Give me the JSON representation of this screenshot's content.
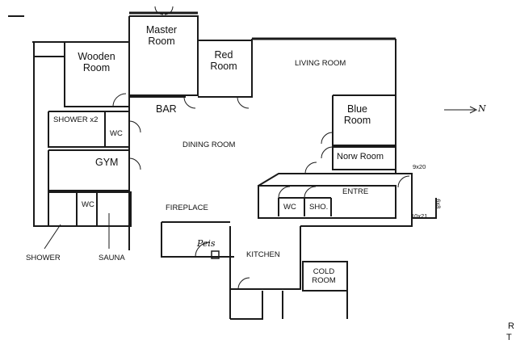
{
  "rooms": {
    "master_room": "Master Room",
    "wooden_room": "Wooden Room",
    "red_room": "Red Room",
    "living_room": "LIVING ROOM",
    "bar": "BAR",
    "blue_room": "Blue Room",
    "norw_room": "Norw Room",
    "shower_x2": "SHOWER x2",
    "wc_upper": "WC",
    "dining_room": "DINING ROOM",
    "gym": "GYM",
    "wc_lower": "WC",
    "fireplace": "FIREPLACE",
    "entre": "ENTRE",
    "wc_entre": "WC",
    "sho": "SHO.",
    "kitchen": "KITCHEN",
    "cold_room": "COLD ROOM",
    "shower": "SHOWER",
    "sauna": "SAUNA"
  },
  "annotations": {
    "peis": "Peis",
    "north": "N",
    "dim_a": "9x20",
    "dim_b": "10x21",
    "dim_c": "6x8",
    "corner_r": "R",
    "corner_t": "T"
  },
  "colors": {
    "wall": "#1a1a1a",
    "paper": "#ffffff"
  }
}
